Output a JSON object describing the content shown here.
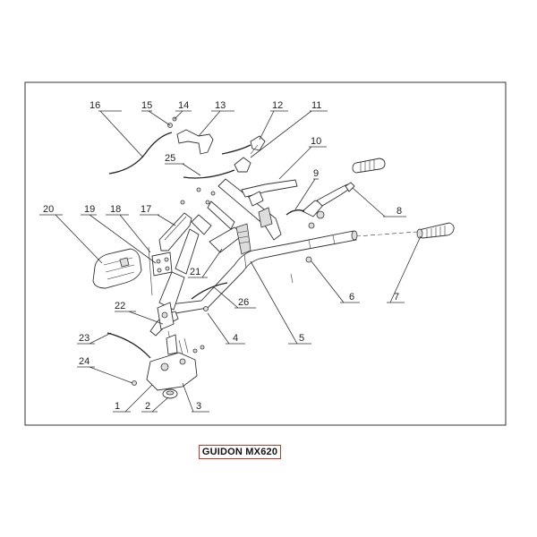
{
  "caption": "GUIDON MX620",
  "callouts": [
    "1",
    "2",
    "3",
    "4",
    "5",
    "6",
    "7",
    "8",
    "9",
    "10",
    "11",
    "12",
    "13",
    "14",
    "15",
    "16",
    "17",
    "18",
    "19",
    "20",
    "21",
    "22",
    "23",
    "24",
    "25",
    "26"
  ]
}
